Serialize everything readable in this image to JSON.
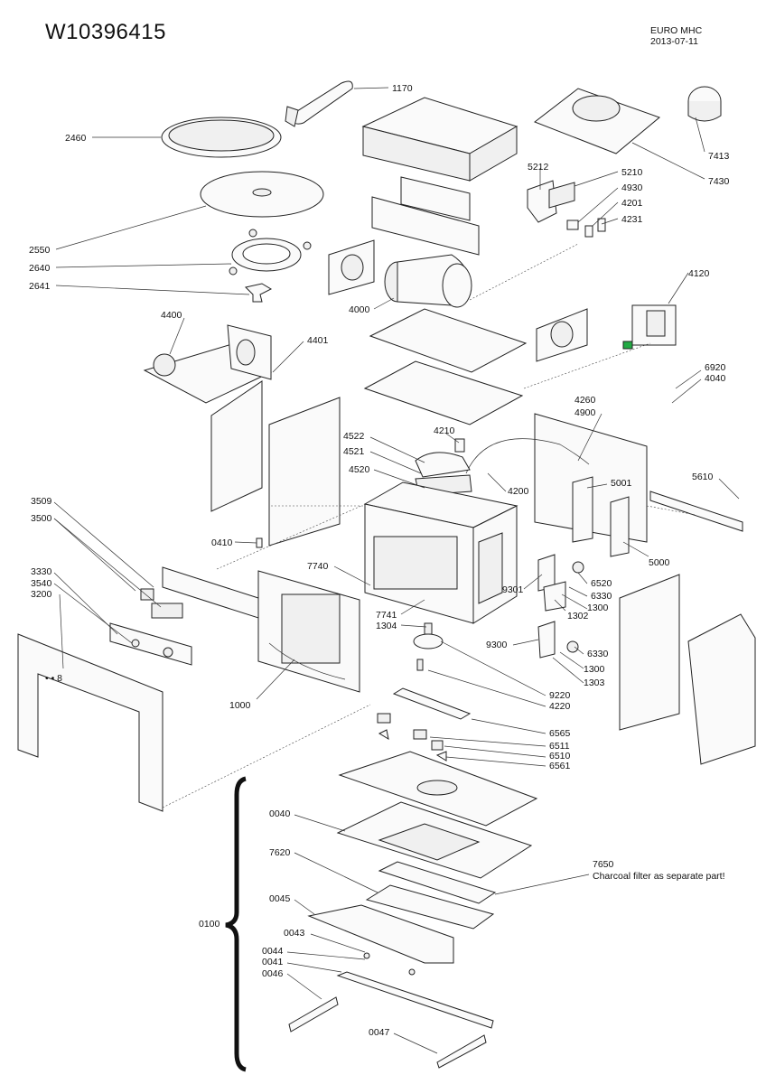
{
  "header": {
    "document_number": "W10396415",
    "model_line": "EURO MHC",
    "date": "2013-07-11"
  },
  "callouts": {
    "p1170": "1170",
    "p2460": "2460",
    "p7413": "7413",
    "p7430": "7430",
    "p5212": "5212",
    "p5210": "5210",
    "p4930": "4930",
    "p4201": "4201",
    "p4231": "4231",
    "p2550": "2550",
    "p2640": "2640",
    "p2641": "2641",
    "p4000": "4000",
    "p4120": "4120",
    "p4400": "4400",
    "p4401": "4401",
    "p6920": "6920",
    "p4040": "4040",
    "p4260": "4260",
    "p4900": "4900",
    "p4210": "4210",
    "p4522": "4522",
    "p4521": "4521",
    "p4520": "4520",
    "p4200": "4200",
    "p5001": "5001",
    "p5610": "5610",
    "p3509": "3509",
    "p3500": "3500",
    "p0410": "0410",
    "p7740": "7740",
    "p5000": "5000",
    "p3330": "3330",
    "p3540": "3540",
    "p3200": "3200",
    "p9301": "9301",
    "p6520": "6520",
    "p6330a": "6330",
    "p1300a": "1300",
    "p7741": "7741",
    "p1302": "1302",
    "p1304": "1304",
    "p9300": "9300",
    "p6330b": "6330",
    "p1300b": "1300",
    "p1303": "1303",
    "p1000": "1000",
    "p9220": "9220",
    "p4220": "4220",
    "p6565": "6565",
    "p6511": "6511",
    "p6510": "6510",
    "p6561": "6561",
    "p0040": "0040",
    "p7620": "7620",
    "p7650": "7650",
    "p7650_note": "Charcoal filter as separate part!",
    "p0045": "0045",
    "p0100": "0100",
    "p0043": "0043",
    "p0044": "0044",
    "p0041": "0041",
    "p0046": "0046",
    "p0047": "0047"
  }
}
